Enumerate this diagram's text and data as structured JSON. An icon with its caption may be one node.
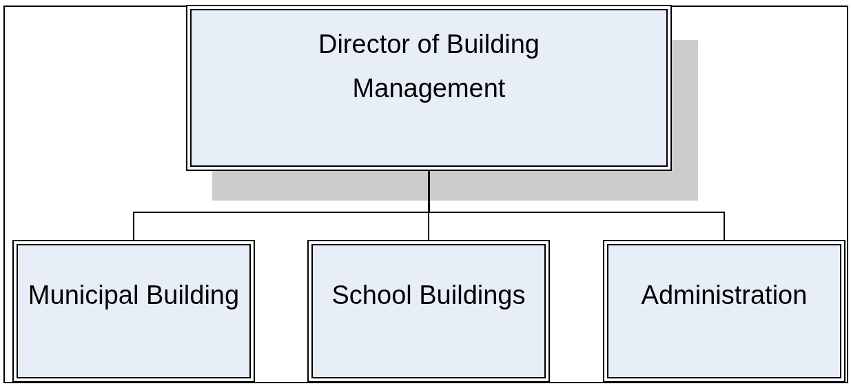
{
  "diagram": {
    "nodes": [
      {
        "text": [
          "Director of Building Management"
        ]
      },
      {
        "text": [
          "Municipal Building"
        ]
      },
      {
        "text": [
          "School Buildings"
        ]
      },
      {
        "text": [
          "Administration"
        ]
      }
    ],
    "edges": [
      {
        "from": 0,
        "to": 1,
        "arrow": "none"
      },
      {
        "from": 0,
        "to": 2,
        "arrow": "none"
      },
      {
        "from": 0,
        "to": 3,
        "arrow": "none"
      }
    ]
  }
}
